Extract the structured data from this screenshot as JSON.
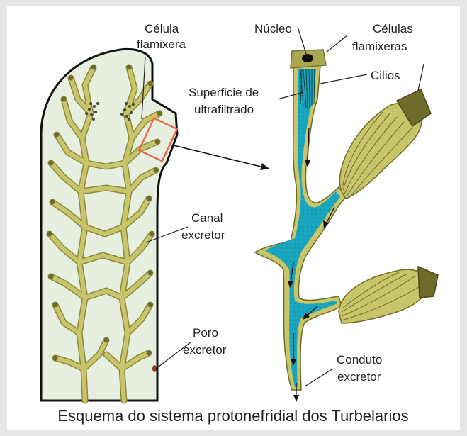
{
  "labels": {
    "celula_line1": "Célula",
    "celula_line2": "flamixera",
    "nucleo": "Núcleo",
    "celulas_line1": "Células",
    "celulas_line2": "flamixeras",
    "cilios": "Cilios",
    "superficie_line1": "Superficie de",
    "superficie_line2": "ultrafiltrado",
    "canal_line1": "Canal",
    "canal_line2": "excretor",
    "poro_line1": "Poro",
    "poro_line2": "excretor",
    "conduto_line1": "Conduto",
    "conduto_line2": "excretor"
  },
  "caption": "Esquema do sistema protonefridial dos Turbelarios",
  "colors": {
    "worm_fill": "#e7efe1",
    "tubule": "#c9c56b",
    "tubule_edge": "#8b8a3a",
    "duct_blue": "#1aa6be",
    "flame_cap": "#6f6b2a",
    "highlight_box": "#e8694a"
  }
}
